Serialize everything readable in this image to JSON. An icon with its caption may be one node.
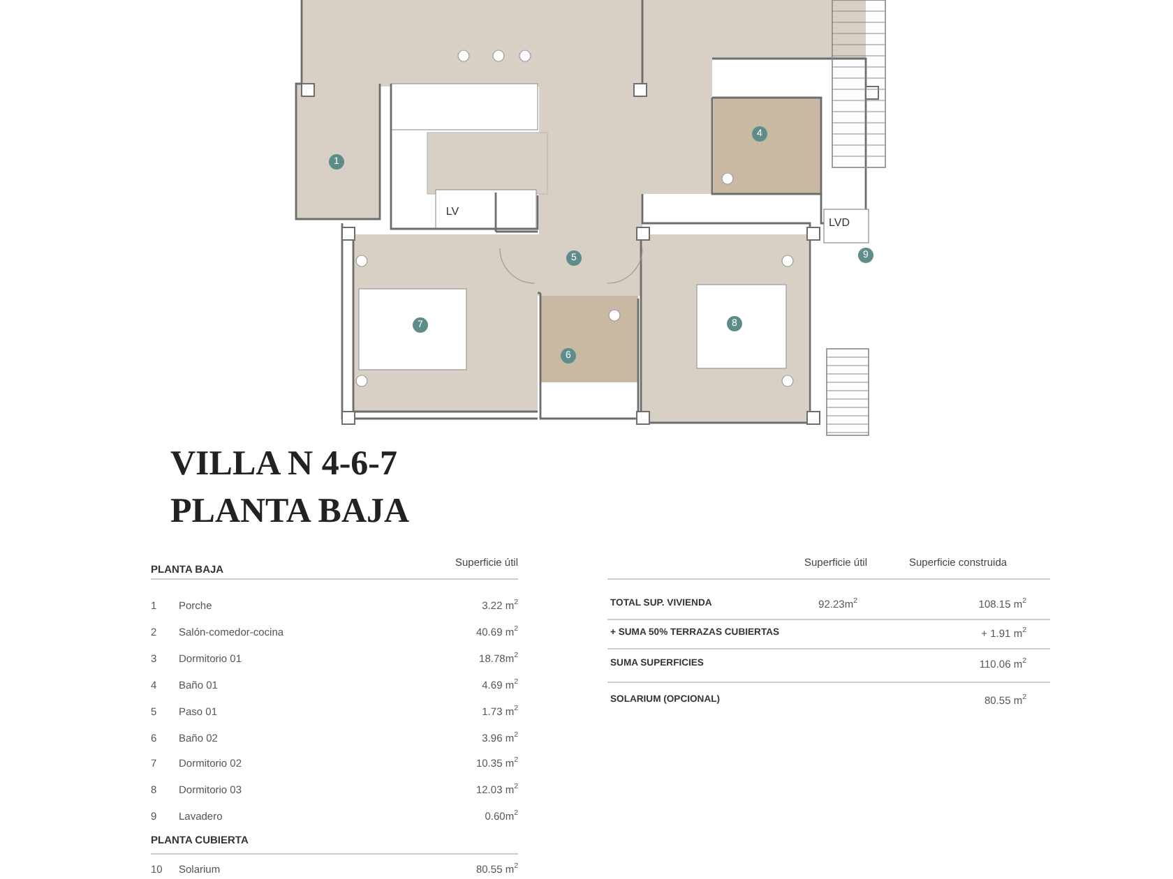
{
  "diagram": {
    "title": "VILLA N 4-6-7 PLANTA BAJA",
    "labels": [
      "4",
      "1",
      "LV",
      "LVD",
      "5",
      "9",
      "7",
      "8",
      "6",
      "PLANTA BAJA",
      "Superficie útil",
      "1",
      "Porche",
      "3.22 m$^{2}$",
      "2",
      "Salón-comedor-cocina",
      "40.69 m$^{2}$",
      "3",
      "Dormitorio 01",
      "18.78m$^{2}$",
      "4",
      "Baño 01",
      "4.69 m$^{2}$",
      "5",
      "Paso 01",
      "1.73 m$^{2}$",
      "6",
      "Baño 02",
      "3.96 m$^{2}$",
      "7",
      "Dormitorio 02",
      "10.35 m$^{2}$",
      "8",
      "Dormitorio 03",
      "12.03 m$^{2}$",
      "9",
      "Lavadero",
      "0.60m$^{2}$",
      "PLANTA CUBIERTA",
      "10",
      "Solarium",
      "80.55 m$^{2}$",
      "Superficie útil",
      "Superficie construida",
      "TOTAL SUP. VIVIENDA",
      "92.23m$^{2}$",
      "108.15 m$^{2}$",
      "+ SUMA 50% TERRAZAS CUBIERTAS",
      "+ 1.91 m$^{2}$",
      "SUMA SUPERFICIES",
      "110.06 m$^{2}$",
      "SOLARIUM (OPCIONAL)",
      "80.55 m$^{2}$"
    ]
  }
}
